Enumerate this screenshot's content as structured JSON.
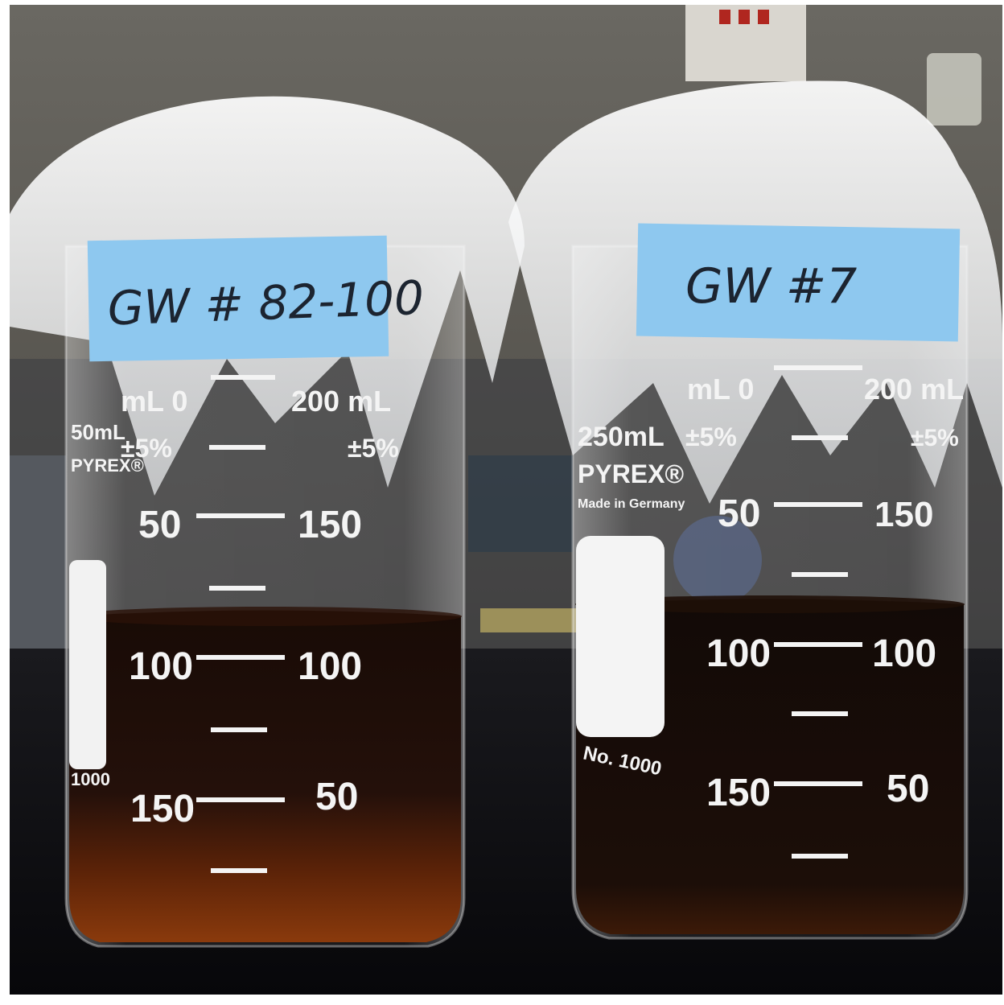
{
  "colors": {
    "liquid_dark": "#1a0d08",
    "liquid_amber": "#6b2a08",
    "tape_blue": "#8ec8ef",
    "bench": "#0d0d10",
    "wall": "#5a5852",
    "graduation_white": "#f4f4f4"
  },
  "beakers": [
    {
      "label": "GW # 82-100",
      "left_scale": [
        "mL 0",
        "±5%",
        "50",
        "100",
        "150"
      ],
      "right_scale": [
        "200 mL",
        "±5%",
        "150",
        "100",
        "50"
      ],
      "side_text": [
        "50mL",
        "PYREX®",
        "1000"
      ]
    },
    {
      "label": "GW #7",
      "left_scale": [
        "mL 0",
        "±5%",
        "50",
        "100",
        "150"
      ],
      "right_scale": [
        "200 mL",
        "±5%",
        "150",
        "100",
        "50"
      ],
      "side_text": [
        "250mL",
        "PYREX®",
        "Made in Germany",
        "No. 1000"
      ]
    }
  ]
}
